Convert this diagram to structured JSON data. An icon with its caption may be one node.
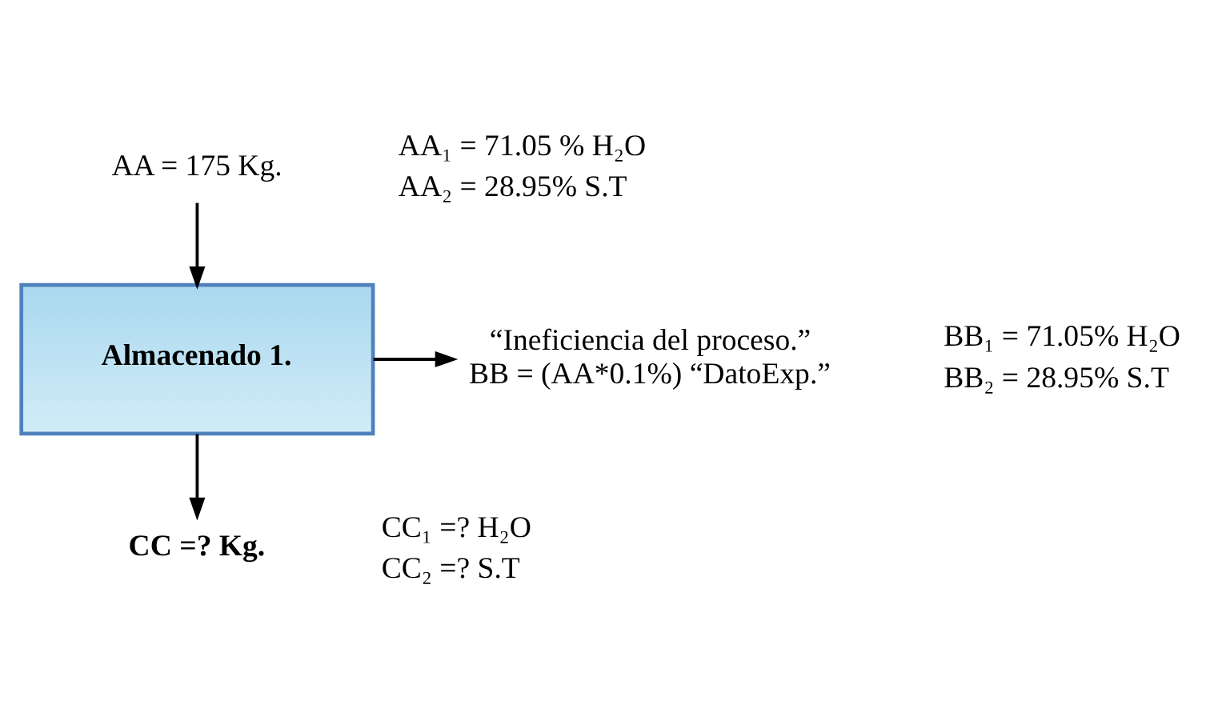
{
  "diagram": {
    "nodes": [
      {
        "text": [
          "AA = 175 Kg."
        ]
      },
      {
        "text": [
          "Almacenado 1."
        ]
      },
      {
        "text": [
          "“Ineficiencia del proceso.”",
          "BB = (AA*0.1%) “DatoExp.”"
        ]
      },
      {
        "text": [
          "CC =? Kg."
        ]
      }
    ],
    "edges": [
      {
        "from": 0,
        "to": 1,
        "arrow": "to"
      },
      {
        "from": 1,
        "to": 2,
        "arrow": "to"
      },
      {
        "from": 1,
        "to": 3,
        "arrow": "to"
      }
    ],
    "labels": [
      "AA₁ = 71.05 % H₂O",
      "AA₂ = 28.95% S.T",
      "BB₁ = 71.05% H₂O",
      "BB₂ = 28.95% S.T",
      "CC₁ =? H₂O",
      "CC₂ =? S.T"
    ]
  }
}
